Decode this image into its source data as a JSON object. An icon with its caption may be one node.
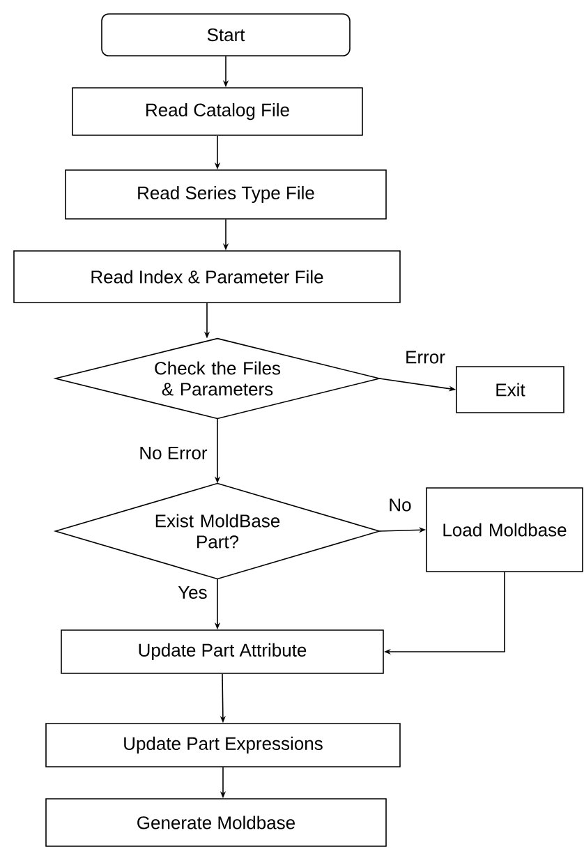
{
  "diagram": {
    "nodes": [
      {
        "text": [
          "Start"
        ]
      },
      {
        "text": [
          "Read Catalog File"
        ]
      },
      {
        "text": [
          "Read Series Type File"
        ]
      },
      {
        "text": [
          "Read Index & Parameter File"
        ]
      },
      {
        "text": [
          "Check the Files & Parameters"
        ]
      },
      {
        "text": [
          "Exit"
        ]
      },
      {
        "text": [
          "Exist MoldBase Part?"
        ]
      },
      {
        "text": [
          "Load Moldbase"
        ]
      },
      {
        "text": [
          "Update Part Attribute"
        ]
      },
      {
        "text": [
          "Update Part Expressions"
        ]
      },
      {
        "text": [
          "Generate Moldbase"
        ]
      }
    ],
    "edges": [
      {
        "from": 0,
        "to": 1,
        "arrow": "to"
      },
      {
        "from": 1,
        "to": 2,
        "arrow": "to"
      },
      {
        "from": 2,
        "to": 3,
        "arrow": "to"
      },
      {
        "from": 3,
        "to": 4,
        "arrow": "to"
      },
      {
        "from": 4,
        "to": 5,
        "arrow": "to",
        "label": "Error"
      },
      {
        "from": 4,
        "to": 6,
        "arrow": "to",
        "label": "No Error"
      },
      {
        "from": 6,
        "to": 7,
        "arrow": "to",
        "label": "No"
      },
      {
        "from": 6,
        "to": 8,
        "arrow": "to",
        "label": "Yes"
      },
      {
        "from": 7,
        "to": 8,
        "arrow": "to"
      },
      {
        "from": 8,
        "to": 9,
        "arrow": "to"
      },
      {
        "from": 9,
        "to": 10,
        "arrow": "to"
      }
    ]
  }
}
